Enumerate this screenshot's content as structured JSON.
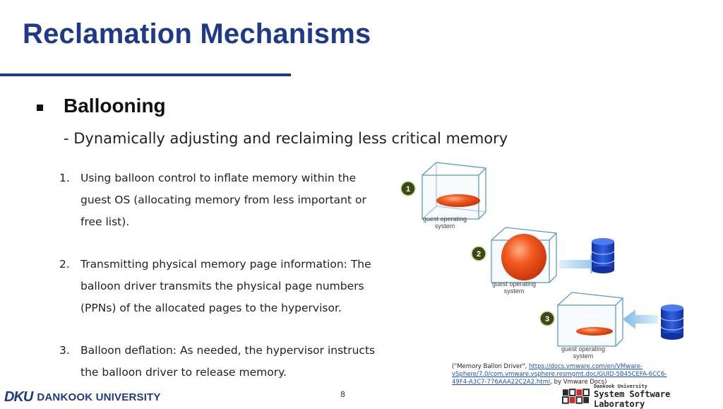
{
  "slide": {
    "title": "Reclamation Mechanisms",
    "section": {
      "heading": "Ballooning",
      "subtitle": "- Dynamically adjusting and reclaiming less critical memory"
    },
    "steps": [
      {
        "number": "1.",
        "text": "Using balloon control to inflate memory within the guest OS (allocating memory from less important or free list)."
      },
      {
        "number": "2.",
        "text": "Transmitting physical memory page information: The balloon driver transmits the physical page numbers (PPNs) of the allocated pages to the hypervisor."
      },
      {
        "number": "3.",
        "text": "Balloon deflation: As needed, the hypervisor instructs the balloon driver to release memory."
      }
    ],
    "figure": {
      "badges": [
        "1",
        "2",
        "3"
      ],
      "box_label_line1": "guest operating",
      "box_label_line2": "system",
      "colors": {
        "balloon": "#f25a1f",
        "badge": "#3a4a12",
        "cube": "#5b9bd5",
        "arrow": "#8ec3ea",
        "database": "#1a3fb8"
      }
    },
    "citation": {
      "prefix": "(\"Memory Ballon Driver\", ",
      "link": "https://docs.vmware.com/en/VMware-vSphere/7.0/com.vmware.vsphere.resmgmt.doc/GUID-5B45CEFA-6CC6-49F4-A3C7-776AAA22C2A2.html",
      "suffix": ", by Vmware Docs)"
    },
    "page_number": "8",
    "footer": {
      "university_mark": "DKU",
      "university_name": "DANKOOK UNIVERSITY",
      "lab_line1": "Dankook University",
      "lab_line2": "System Software Laboratory"
    }
  }
}
